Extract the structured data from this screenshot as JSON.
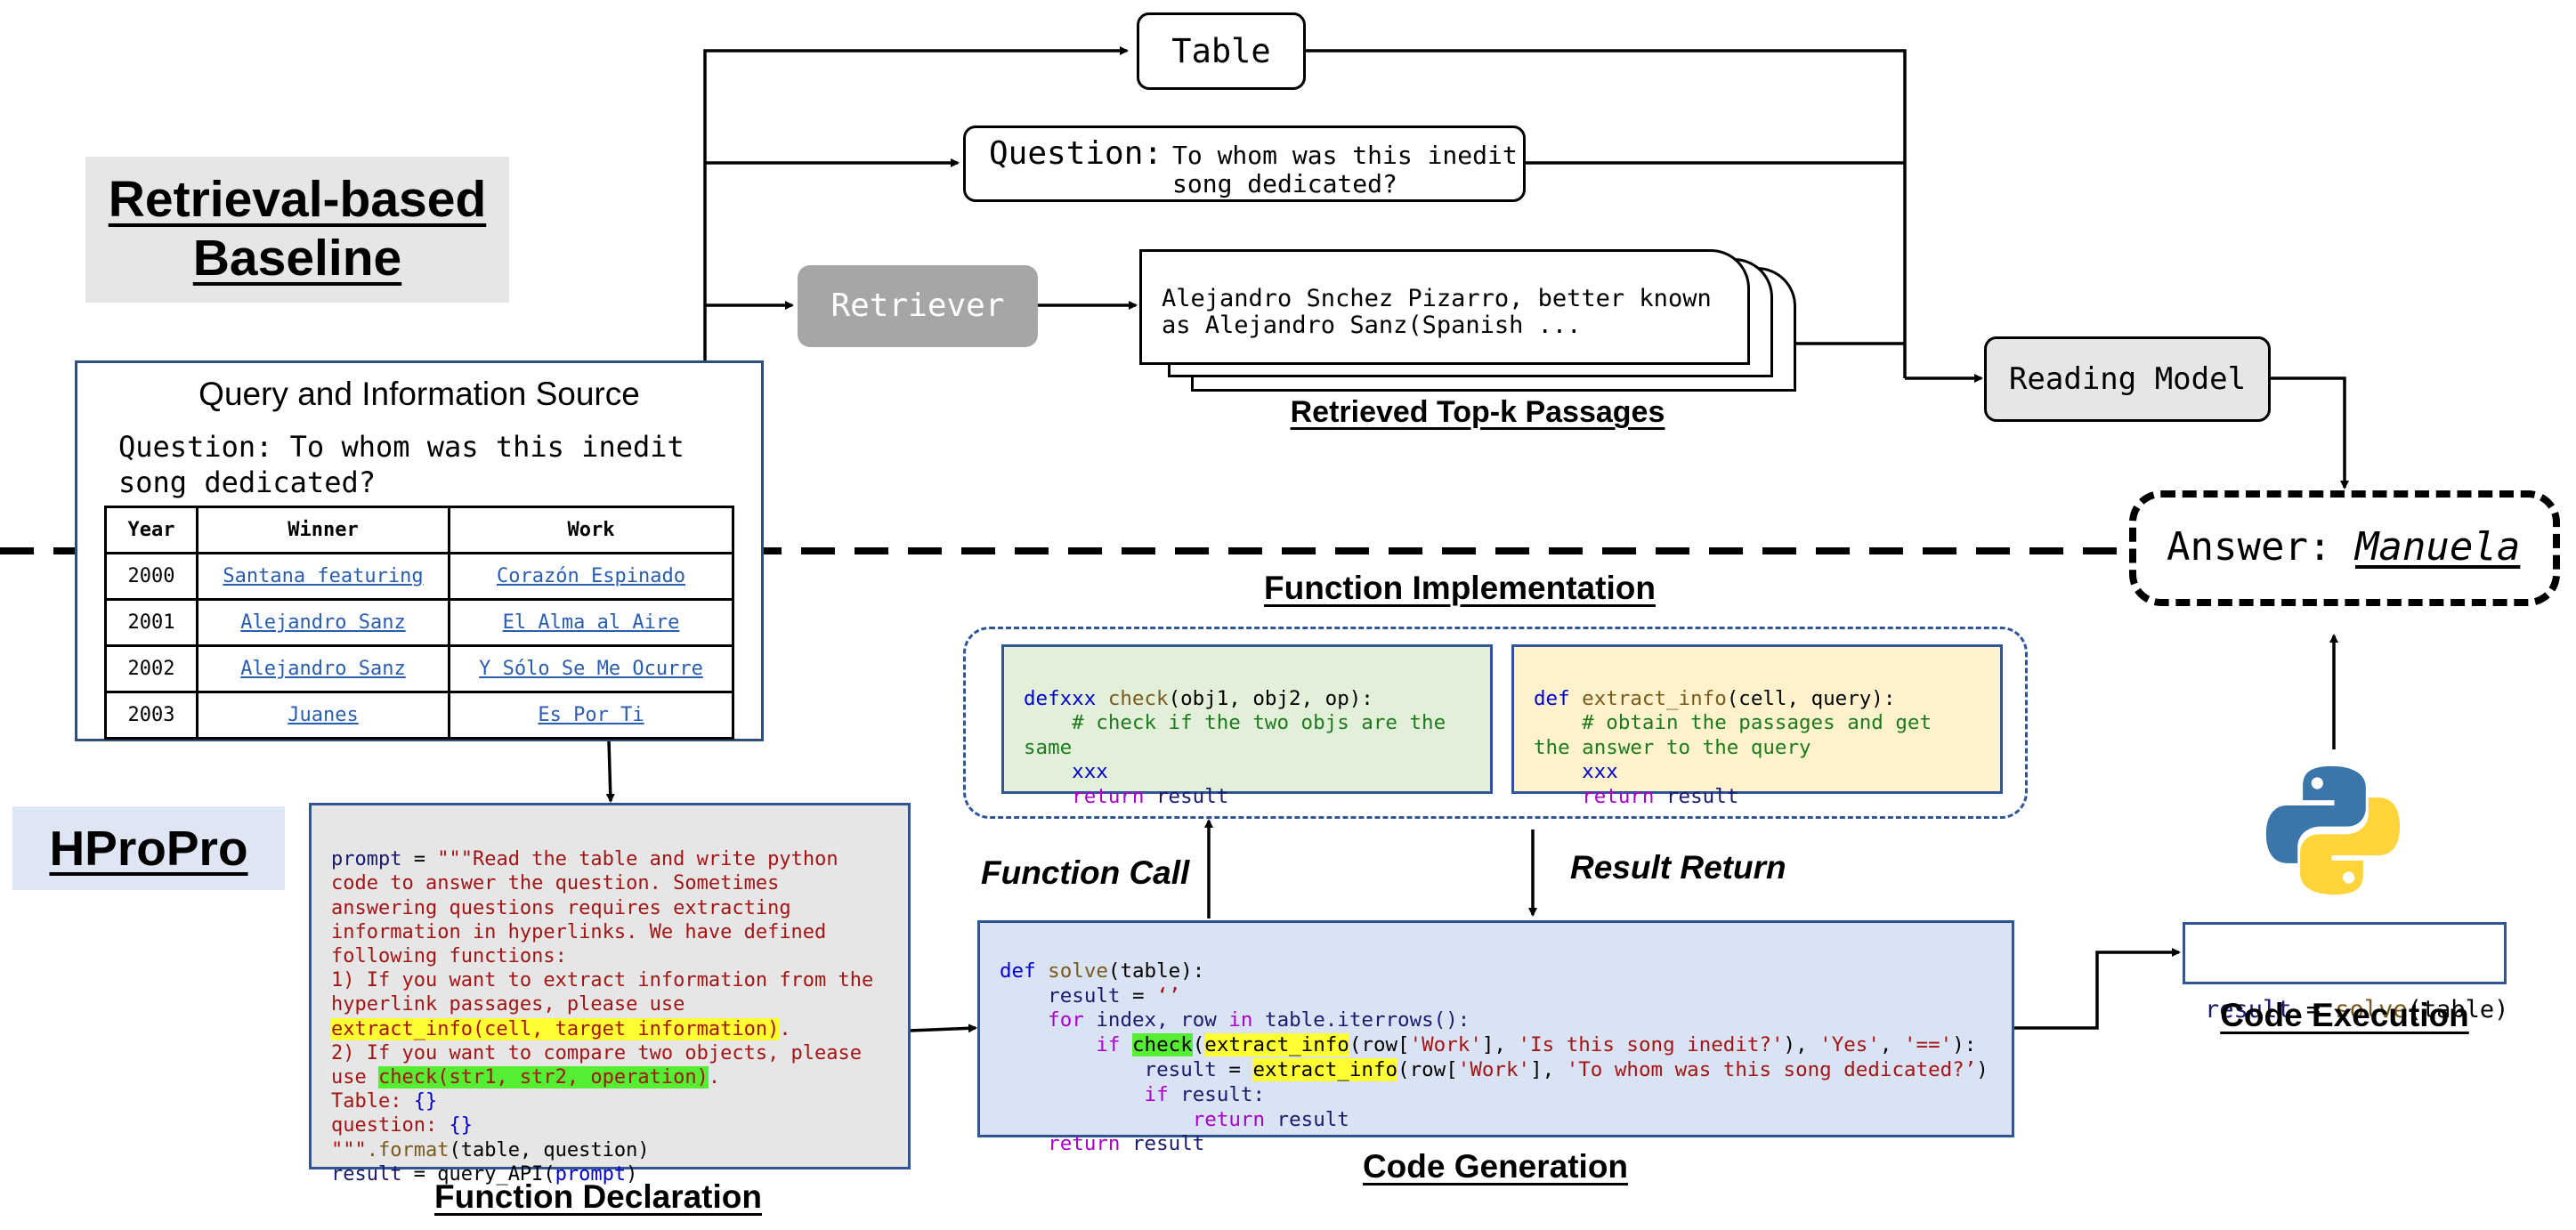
{
  "top_banner": {
    "line1": "Retrieval-based",
    "line2": "Baseline"
  },
  "bottom_banner": "HProPro",
  "query_source": {
    "title": "Query and Information Source",
    "question": "Question: To whom was this inedit song dedicated?",
    "table": {
      "headers": [
        "Year",
        "Winner",
        "Work"
      ],
      "rows": [
        [
          "2000",
          "Santana featuring",
          "Corazón Espinado"
        ],
        [
          "2001",
          "Alejandro Sanz",
          "El Alma al Aire"
        ],
        [
          "2002",
          "Alejandro Sanz",
          "Y Sólo Se Me Ocurre"
        ],
        [
          "2003",
          "Juanes",
          "Es Por Ti"
        ]
      ]
    }
  },
  "table_box": "Table",
  "question_box": {
    "label": "Question:",
    "line1": "To whom was this inedit",
    "line2": "song dedicated?"
  },
  "retriever": "Retriever",
  "passage": {
    "line1": "Alejandro Snchez Pizarro, better known",
    "line2": "as Alejandro Sanz(Spanish ..."
  },
  "passages_label": "Retrieved Top-k Passages",
  "reading_model": "Reading Model",
  "answer": {
    "label": "Answer:",
    "value": "Manuela"
  },
  "function_implementation_label": "Function Implementation",
  "check_function": {
    "l1_def": "defxxx",
    "l1_name": "check",
    "l1_args": "(obj1, obj2, op):",
    "l2": "    # check if the two objs are the",
    "l3": "same",
    "l4": "    xxx",
    "l5_kw": "    return",
    "l5_var": " result"
  },
  "extract_function": {
    "l1_def": "def",
    "l1_name": " extract_info",
    "l1_args": "(cell, query):",
    "l2": "    # obtain the passages and get",
    "l3": "the answer to the query",
    "l4": "    xxx",
    "l5_kw": "    return",
    "l5_var": " result"
  },
  "function_call_label": "Function Call",
  "result_return_label": "Result Return",
  "prompt_code": {
    "l1a": "prompt",
    "l1b": " = ",
    "l1c": "\"\"\"Read the table and write python",
    "l2": "code to answer the question. Sometimes",
    "l3": "answering questions requires extracting",
    "l4": "information in hyperlinks. We have defined",
    "l5": "following functions:",
    "l6": "1) If you want to extract information from the",
    "l7": "hyperlink passages, please use",
    "l8_hl": "extract_info(cell, target information)",
    "l8_end": ".",
    "l9": "2) If you want to compare two objects, please",
    "l10_a": "use ",
    "l10_hl": "check(str1, str2, operation)",
    "l10_end": ".",
    "l11_a": "Table: ",
    "l11_b": "{}",
    "l12_a": "question: ",
    "l12_b": "{}",
    "l13_a": "\"\"\"",
    "l13_b": ".format",
    "l13_c": "(table, question)",
    "l14_a": "result",
    "l14_b": " = query_API(",
    "l14_c": "prompt",
    "l14_d": ")"
  },
  "function_declaration_label": "Function Declaration",
  "solve_code": {
    "l1_kw": "def",
    "l1_fn": " solve",
    "l1_rest": "(table):",
    "l2_a": "    result",
    "l2_b": " = ",
    "l2_c": "‘’",
    "l3_kw": "    for",
    "l3_a": " index, row ",
    "l3_kw2": "in",
    "l3_b": " table.iterrows():",
    "l4_kw": "        if",
    "l4_hl": "check",
    "l4_a": "(",
    "l4_hl2": "extract_info",
    "l4_b": "(row[",
    "l4_s1": "'Work'",
    "l4_c": "], ",
    "l4_s2": "'Is this song inedit?'",
    "l4_d": "), ",
    "l4_s3": "'Yes'",
    "l4_e": ", ",
    "l4_s4": "'=='",
    "l4_f": "):",
    "l5_a": "            result",
    "l5_b": " = ",
    "l5_hl": "extract_info",
    "l5_c": "(row[",
    "l5_s1": "'Work'",
    "l5_d": "], ",
    "l5_s2": "'To whom was this song dedicated?’",
    "l5_e": ")",
    "l6_kw": "            if",
    "l6_a": " result:",
    "l7_kw": "                return",
    "l7_a": " result",
    "l8_kw": "    return",
    "l8_a": " result"
  },
  "code_generation_label": "Code Generation",
  "exec_code": {
    "a": "result",
    "b": " = ",
    "c": "solve",
    "d": "(table)"
  },
  "code_execution_label": "Code Execution",
  "colors": {
    "banner_bg": "#e6e6e6",
    "hpropro_bg": "#dde6f2",
    "retriever_bg": "#a6a6a6",
    "prompt_bg": "#e6e6e6",
    "check_bg": "#e2f0d9",
    "extract_bg": "#fdf2cc",
    "solve_bg": "#dae3f3",
    "blue_border": "#2f5597",
    "python_blue": "#3b76aa",
    "python_yellow": "#ffd43b"
  },
  "icons": {
    "python": "python-logo-icon"
  }
}
